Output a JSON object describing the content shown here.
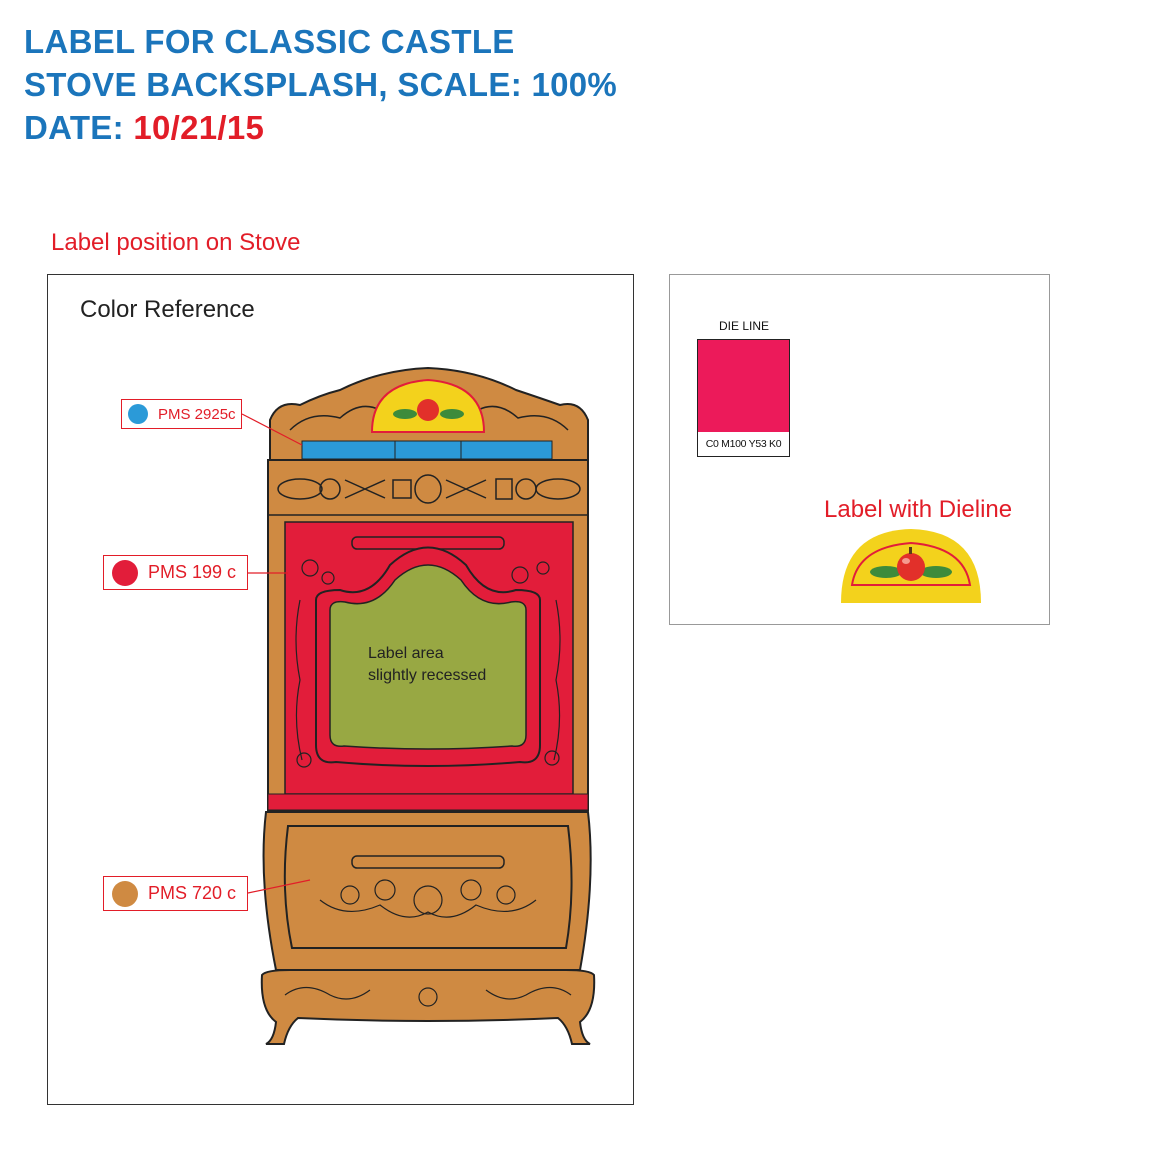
{
  "header": {
    "line1": "LABEL FOR CLASSIC CASTLE",
    "line2": "STOVE BACKSPLASH, SCALE: 100%",
    "date_label": "DATE:",
    "date_value": "10/21/15"
  },
  "left_panel": {
    "caption": "Label position on Stove",
    "title": "Color Reference",
    "swatches": [
      {
        "label": "PMS 2925c",
        "color": "#2b9ad8"
      },
      {
        "label": "PMS 199 c",
        "color": "#e21d3a"
      },
      {
        "label": "PMS 720 c",
        "color": "#cf8a42"
      }
    ],
    "label_area_line1": "Label area",
    "label_area_line2": "slightly recessed"
  },
  "right_panel": {
    "die_line_title": "DIE LINE",
    "die_line_code": "C0 M100 Y53 K0",
    "die_line_color": "#ec1a5a",
    "caption": "Label with Dieline"
  },
  "colors": {
    "title_blue": "#1b75bb",
    "accent_red": "#e21d28",
    "wood": "#cf8a42",
    "panel_red": "#e21d3a",
    "label_green": "#98a843"
  }
}
